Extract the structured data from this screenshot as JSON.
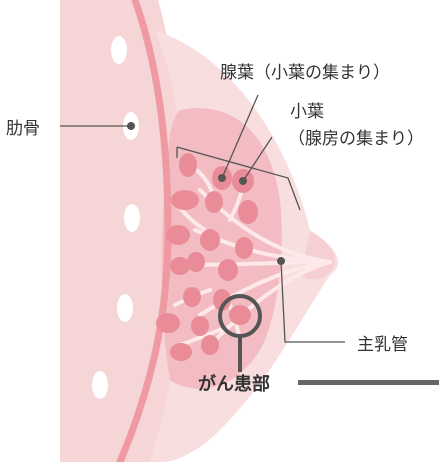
{
  "labels": {
    "rib": "肋骨",
    "glandular_lobe": "腺葉（小葉の集まり）",
    "lobule_line1": "小葉",
    "lobule_line2": "（腺房の集まり）",
    "main_duct": "主乳管",
    "cancer": "がん患部"
  },
  "colors": {
    "chest_wall": "#f6d5d6",
    "chest_band": "#ef9aa3",
    "breast_outer": "#f6d5d6",
    "breast_inner": "#f1b8bf",
    "lobule": "#e98c98",
    "duct": "#fde8ea",
    "leader": "#555555",
    "cancer_ring": "#555555",
    "scale_bar": "#666666"
  }
}
